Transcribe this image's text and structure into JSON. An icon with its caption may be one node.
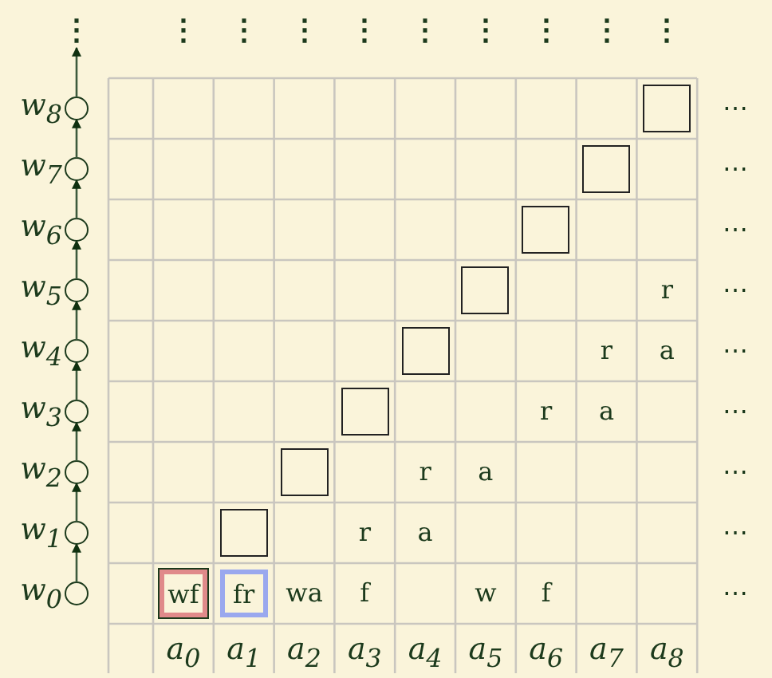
{
  "diagram": {
    "nodes": [
      {
        "text": [],
        "shape": "circle",
        "beside": [
          "w$_{8}$"
        ]
      },
      {
        "text": [],
        "shape": "circle",
        "beside": [
          "w$_{7}$"
        ]
      },
      {
        "text": [],
        "shape": "circle",
        "beside": [
          "w$_{6}$"
        ]
      },
      {
        "text": [],
        "shape": "circle",
        "beside": [
          "w$_{5}$"
        ]
      },
      {
        "text": [],
        "shape": "circle",
        "beside": [
          "w$_{4}$"
        ]
      },
      {
        "text": [],
        "shape": "circle",
        "beside": [
          "w$_{3}$"
        ]
      },
      {
        "text": [],
        "shape": "circle",
        "beside": [
          "w$_{2}$"
        ]
      },
      {
        "text": [],
        "shape": "circle",
        "beside": [
          "w$_{1}$"
        ]
      },
      {
        "text": [],
        "shape": "circle",
        "beside": [
          "w$_{0}$"
        ]
      },
      {
        "text": [],
        "shape": "box"
      },
      {
        "text": [],
        "shape": "box"
      },
      {
        "text": [],
        "shape": "box"
      },
      {
        "text": [],
        "shape": "box"
      },
      {
        "text": [],
        "shape": "box"
      },
      {
        "text": [],
        "shape": "box"
      },
      {
        "text": [],
        "shape": "box"
      },
      {
        "text": [],
        "shape": "box"
      },
      {
        "text": [
          "wf"
        ]
      },
      {
        "text": [
          "fr"
        ]
      },
      {
        "text": [
          "⋮"
        ]
      }
    ],
    "edges": [
      {
        "from": 0,
        "to": 19,
        "arrow": "to"
      },
      {
        "from": 1,
        "to": 0,
        "arrow": "to"
      },
      {
        "from": 2,
        "to": 1,
        "arrow": "to"
      },
      {
        "from": 3,
        "to": 2,
        "arrow": "to"
      },
      {
        "from": 4,
        "to": 3,
        "arrow": "to"
      },
      {
        "from": 5,
        "to": 4,
        "arrow": "to"
      },
      {
        "from": 6,
        "to": 5,
        "arrow": "to"
      },
      {
        "from": 7,
        "to": 6,
        "arrow": "to"
      },
      {
        "from": 8,
        "to": 7,
        "arrow": "to"
      }
    ],
    "labels": [
      "⋮",
      "⋮",
      "⋮",
      "⋮",
      "⋮",
      "⋮",
      "⋮",
      "⋮",
      "⋮",
      "⋯",
      "⋯",
      "⋯",
      "r",
      "⋯",
      "r",
      "a",
      "⋯",
      "r",
      "a",
      "⋯",
      "r",
      "a",
      "⋯",
      "r",
      "a",
      "⋯",
      "wa",
      "f",
      "w",
      "f",
      "⋯",
      "a$_{0}$",
      "a$_{1}$",
      "a$_{2}$",
      "a$_{3}$",
      "a$_{4}$",
      "a$_{5}$",
      "a$_{6}$",
      "a$_{7}$",
      "a$_{8}$"
    ]
  }
}
